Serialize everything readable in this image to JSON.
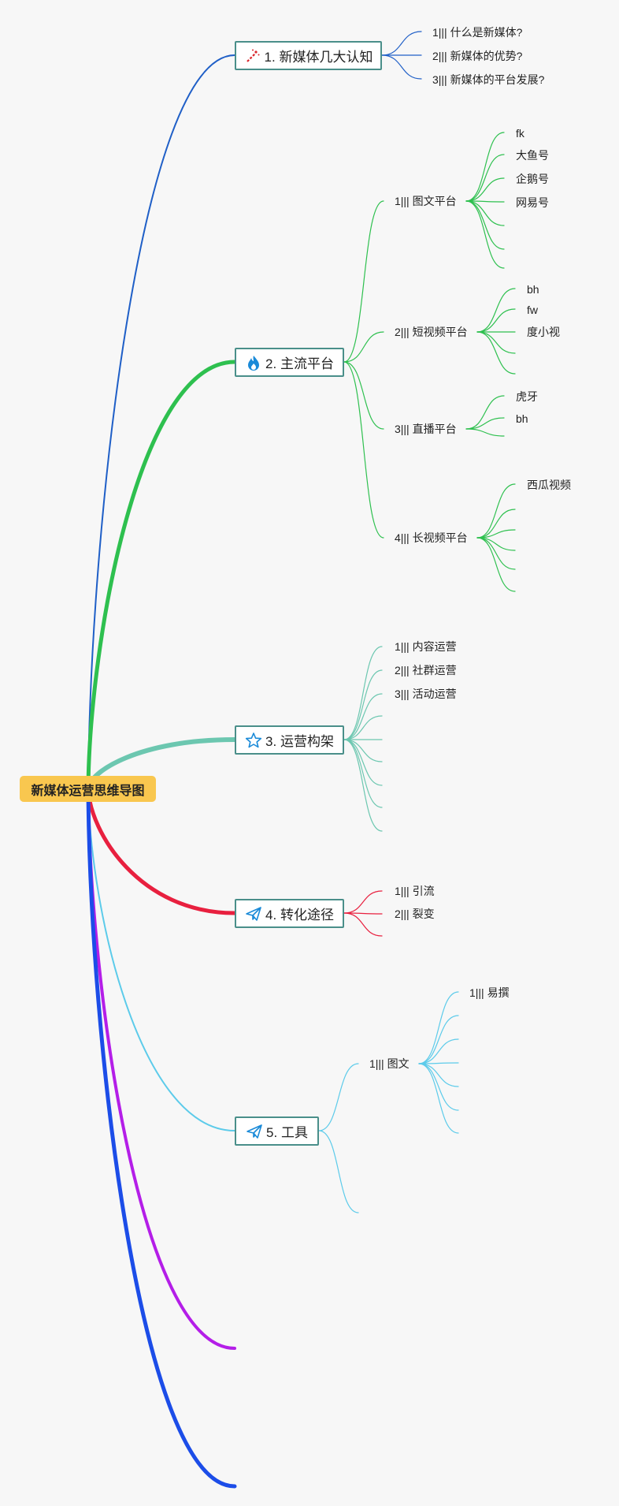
{
  "root": {
    "title": "新媒体运营思维导图",
    "color": "#f9c74f"
  },
  "branches": [
    {
      "title": "1. 新媒体几大认知",
      "icon": "magic-wand-icon",
      "color": "#1f5fc7",
      "children": [
        "1||| 什么是新媒体?",
        "2||| 新媒体的优势?",
        "3||| 新媒体的平台发展?"
      ]
    },
    {
      "title": "2. 主流平台",
      "icon": "flame-icon",
      "color": "#2ec04f",
      "children": [
        {
          "label": "1||| 图文平台",
          "children": [
            "fk",
            "大鱼号",
            "企鹅号",
            "网易号"
          ]
        },
        {
          "label": "2||| 短视频平台",
          "children": [
            "bh",
            "fw",
            "度小视"
          ]
        },
        {
          "label": "3||| 直播平台",
          "children": [
            "虎牙",
            "bh"
          ]
        },
        {
          "label": "4||| 长视频平台",
          "children": [
            "西瓜视频"
          ]
        }
      ]
    },
    {
      "title": "3. 运营构架",
      "icon": "star-icon",
      "color": "#6cc7b0",
      "children": [
        "1||| 内容运营",
        "2||| 社群运营",
        "3||| 活动运营"
      ]
    },
    {
      "title": "4. 转化途径",
      "icon": "paper-plane-icon",
      "color": "#e8203f",
      "children": [
        "1||| 引流",
        "2||| 裂变"
      ]
    },
    {
      "title": "5. 工具",
      "icon": "paper-plane-icon",
      "color": "#5ccbea",
      "children": [
        {
          "label": "1||| 图文",
          "children": [
            "1||| 易撰"
          ]
        }
      ]
    },
    {
      "title": "",
      "color": "#b41ee8"
    },
    {
      "title": "",
      "color": "#1c4de8"
    }
  ]
}
